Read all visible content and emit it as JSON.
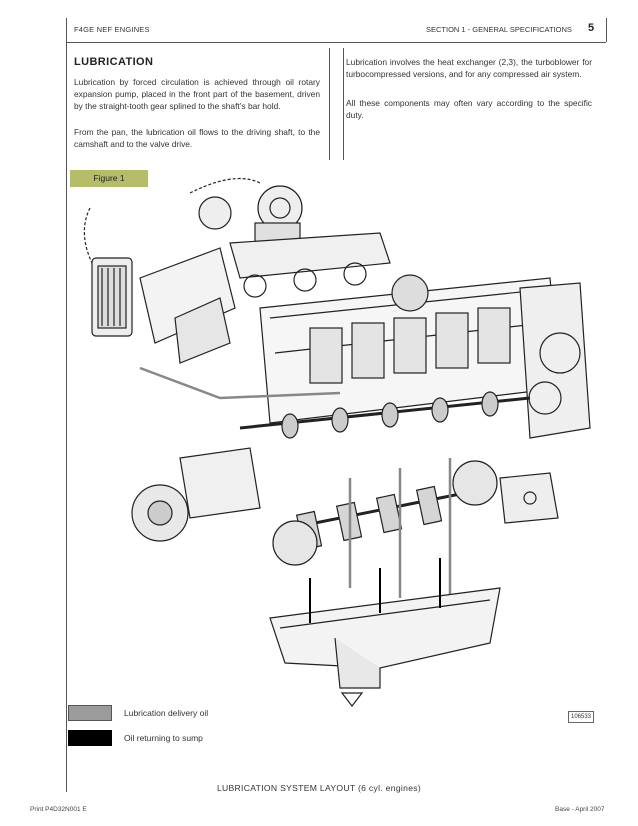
{
  "header": {
    "left": "F4GE NEF ENGINES",
    "right": "SECTION 1 - GENERAL SPECIFICATIONS",
    "page": "5"
  },
  "section": {
    "title": "LUBRICATION",
    "paragraphs_left": [
      "Lubrication by forced circulation is achieved through oil rotary expansion pump, placed in the front part of the basement, driven by the straight-tooth gear splined to the shaft’s bar hold.",
      "From the pan, the lubrication oil flows to the driving shaft, to the camshaft and to the valve drive."
    ],
    "paragraphs_right": [
      "Lubrication involves the heat exchanger (2,3), the turboblower for turbocompressed versions, and for any compressed air system.",
      "All these components may often vary according to the specific duty."
    ]
  },
  "figure": {
    "label": "Figure 1",
    "code": "106533",
    "caption": "LUBRICATION SYSTEM LAYOUT (6 cyl. engines)"
  },
  "legend": [
    {
      "label": "Lubrication delivery oil",
      "color": "#9b9b9b"
    },
    {
      "label": "Oil returning to sump",
      "color": "#000000"
    }
  ],
  "footer": {
    "left": "Print P4D32N001 E",
    "right": "Base - April 2007"
  }
}
